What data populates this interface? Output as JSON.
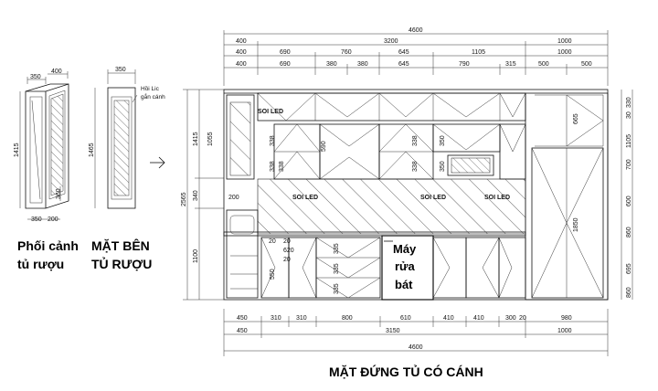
{
  "labels": {
    "wine_perspective": [
      "Phối cảnh",
      "tủ rượu"
    ],
    "wine_side": [
      "MẶT BÊN",
      "TỦ RƯỢU"
    ],
    "main_title": "MẶT ĐỨNG TỦ CÓ CÁNH",
    "dishwasher": [
      "Máy",
      "rửa",
      "bát"
    ],
    "hinge_note": [
      "Hồi Lic",
      "gắn cánh"
    ],
    "led": "SOI LED"
  },
  "top_dims": {
    "row1": [
      "4600"
    ],
    "row2": [
      "400",
      "3200",
      "1000"
    ],
    "row3": [
      "400",
      "690",
      "760",
      "645",
      "1105",
      "1000"
    ],
    "row4": [
      "400",
      "690",
      "380",
      "380",
      "645",
      "790",
      "315",
      "500",
      "500"
    ]
  },
  "bottom_dims": {
    "row1": [
      "450",
      "310",
      "310",
      "800",
      "610",
      "410",
      "410",
      "300",
      "20",
      "980"
    ],
    "row2": [
      "450",
      "3150",
      "1000"
    ],
    "row3": [
      "4600"
    ]
  },
  "left_dims": {
    "total": "2565",
    "parts": [
      "1415",
      "340",
      "1100"
    ]
  },
  "left_inner_dims": [
    "1055",
    "200"
  ],
  "right_dims": [
    "330",
    "30",
    "1105",
    "700",
    "600",
    "860",
    "695",
    "860"
  ],
  "cabinet_dims": [
    "338",
    "338",
    "590",
    "338",
    "338",
    "338",
    "350",
    "350",
    "665",
    "1850",
    "20",
    "620",
    "335",
    "335",
    "335",
    "550",
    "20",
    "20"
  ],
  "wine_dims": {
    "persp_top": [
      "350",
      "400"
    ],
    "persp_left": "1415",
    "persp_bottom": [
      "350",
      "200"
    ],
    "persp_inner": "360",
    "side_top": "350",
    "side_left": "1465"
  }
}
